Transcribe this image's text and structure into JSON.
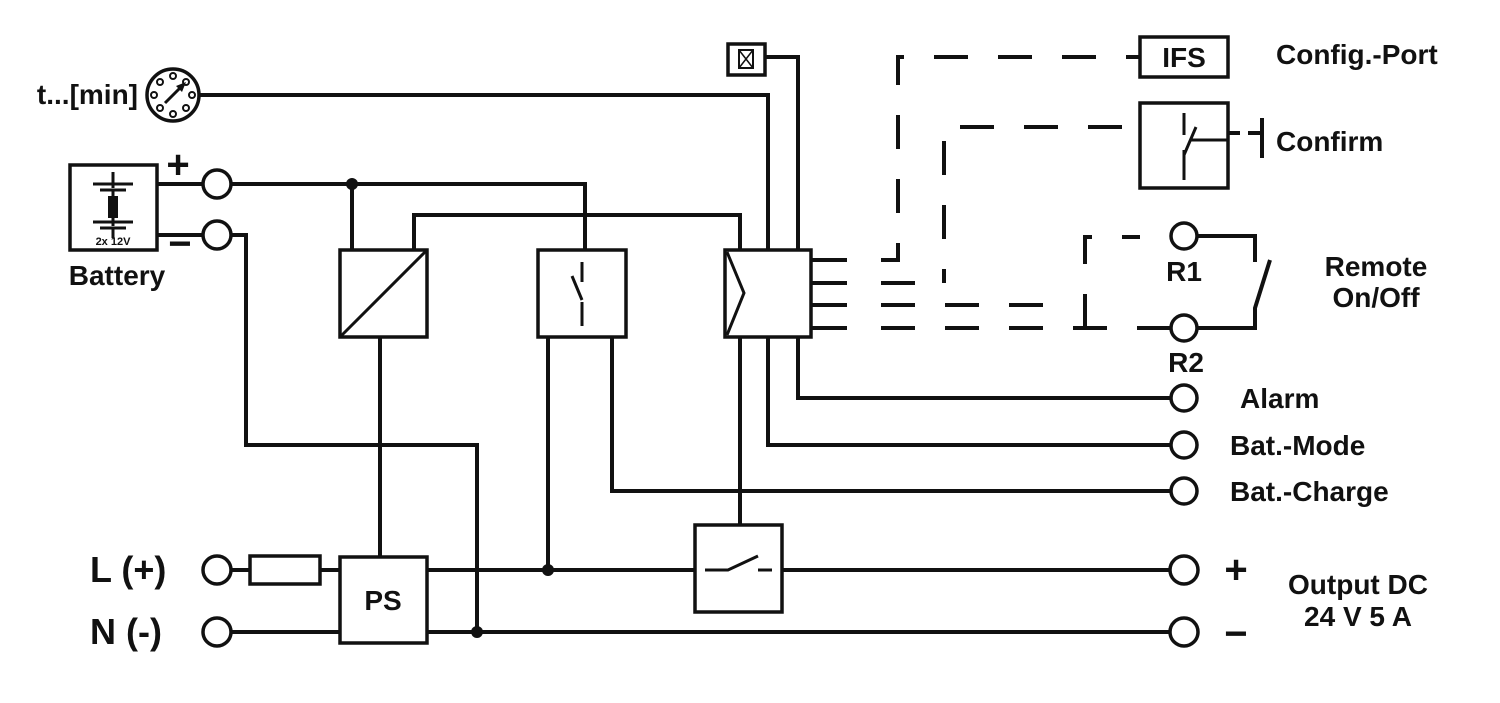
{
  "labels": {
    "timer": "t...[min]",
    "battery": "Battery",
    "battery_rating": "2x 12V",
    "battery_plus": "+",
    "battery_minus": "−",
    "ifs": "IFS",
    "config_port": "Config.-Port",
    "confirm": "Confirm",
    "r1": "R1",
    "r2": "R2",
    "remote_line1": "Remote",
    "remote_line2": "On/Off",
    "alarm": "Alarm",
    "bat_mode": "Bat.-Mode",
    "bat_charge": "Bat.-Charge",
    "input_l": "L (+)",
    "input_n": "N (-)",
    "ps": "PS",
    "output_plus": "+",
    "output_minus": "−",
    "output_line1": "Output DC",
    "output_line2": "24 V 5 A"
  }
}
